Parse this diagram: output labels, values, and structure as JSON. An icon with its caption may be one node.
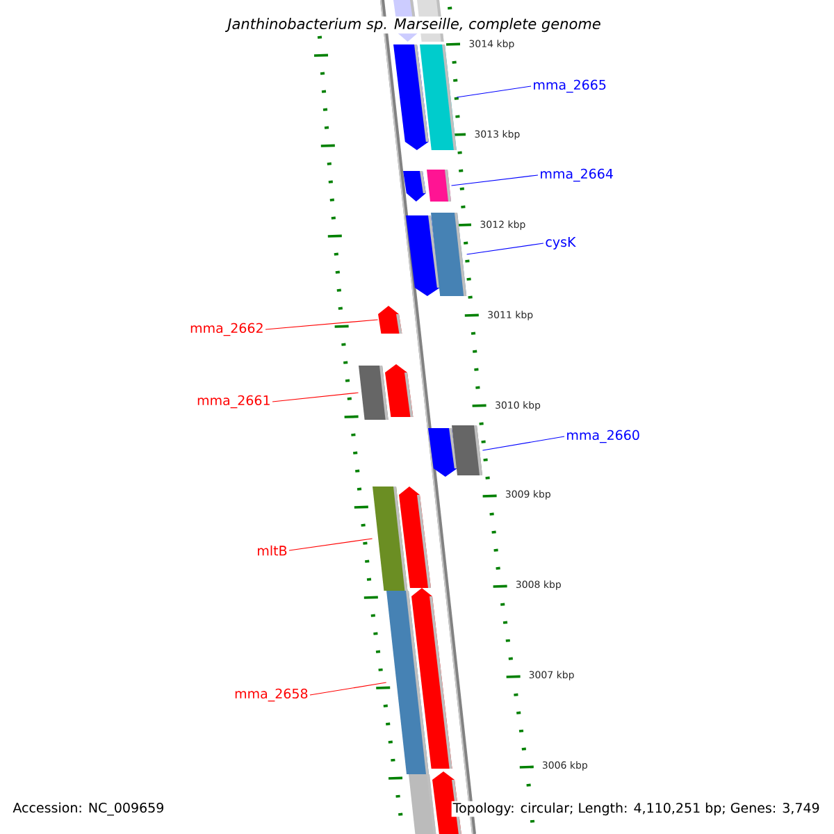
{
  "diagram": {
    "title": "Janthinobacterium sp. Marseille, complete genome",
    "nodes": [
      {
        "text": [
          "mma_2665"
        ]
      },
      {
        "text": [
          "mma_2664"
        ]
      },
      {
        "text": [
          "cysK"
        ]
      },
      {
        "text": [
          "mma_2662"
        ]
      },
      {
        "text": [
          "mma_2661"
        ]
      },
      {
        "text": [
          "mma_2660"
        ]
      },
      {
        "text": [
          "mltB"
        ]
      },
      {
        "text": [
          "mma_2658"
        ]
      },
      {
        "text": [],
        "shape": "bar"
      },
      {
        "text": [],
        "shape": "bar"
      },
      {
        "text": [],
        "shape": "bar"
      },
      {
        "text": [],
        "shape": "bar"
      },
      {
        "text": [],
        "shape": "bar"
      },
      {
        "text": [],
        "shape": "bar"
      },
      {
        "text": [],
        "shape": "bar"
      },
      {
        "text": [],
        "shape": "bar"
      }
    ],
    "edges": [
      {
        "from": 0,
        "to": 8,
        "arrow": "none",
        "color": "#0000ff"
      },
      {
        "from": 1,
        "to": 9,
        "arrow": "none",
        "color": "#0000ff"
      },
      {
        "from": 2,
        "to": 10,
        "arrow": "none",
        "color": "#0000ff"
      },
      {
        "from": 3,
        "to": 11,
        "arrow": "none",
        "color": "#ff0000"
      },
      {
        "from": 4,
        "to": 12,
        "arrow": "none",
        "color": "#ff0000"
      },
      {
        "from": 5,
        "to": 13,
        "arrow": "none",
        "color": "#0000ff"
      },
      {
        "from": 6,
        "to": 14,
        "arrow": "none",
        "color": "#ff0000"
      },
      {
        "from": 7,
        "to": 15,
        "arrow": "none",
        "color": "#ff0000"
      }
    ],
    "labels": [
      "3014 kbp",
      "3013 kbp",
      "3012 kbp",
      "3011 kbp",
      "3010 kbp",
      "3009 kbp",
      "3008 kbp",
      "3007 kbp",
      "3006 kbp",
      "Accession: NC_009659",
      "Topology: circular; Length: 4,110,251 bp; Genes: 3,749"
    ]
  }
}
